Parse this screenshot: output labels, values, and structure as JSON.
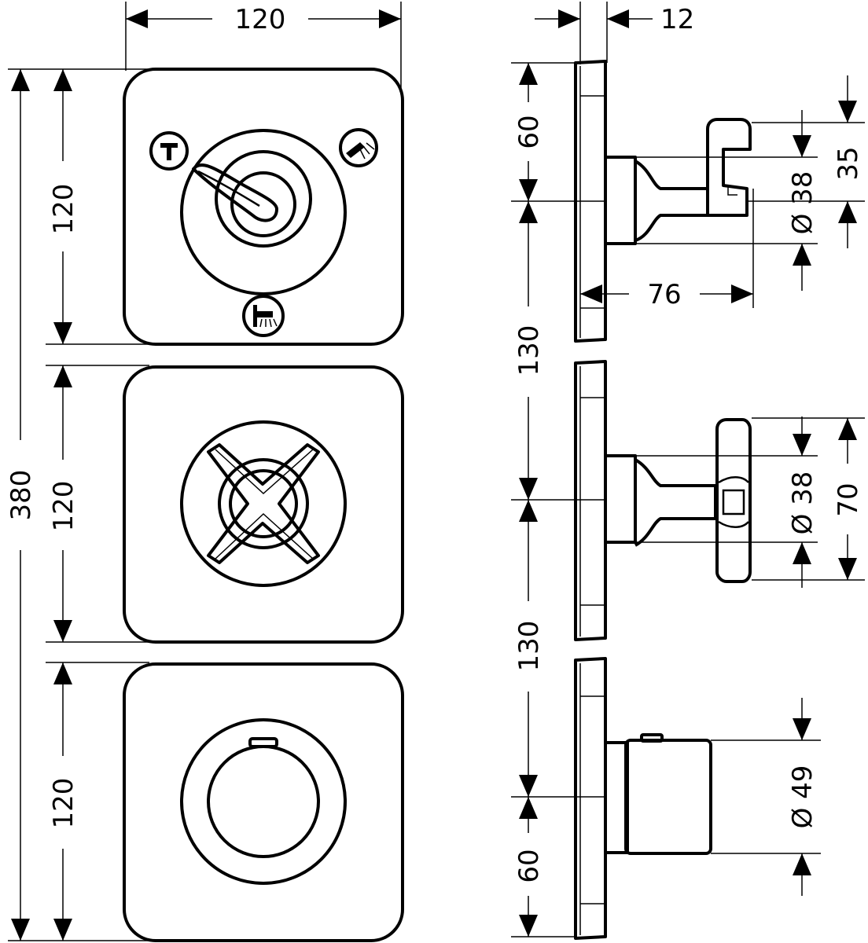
{
  "dimensions": {
    "top_width": "120",
    "side_depth": "12",
    "total_height": "380",
    "module_height_top": "120",
    "module_height_mid": "120",
    "module_height_bot": "120",
    "side_top_offset": "60",
    "side_spacing_1": "130",
    "side_spacing_2": "130",
    "side_bottom_offset": "60",
    "handle_projection": "76",
    "lever_dia": "Ø 38",
    "lever_height": "35",
    "cross_dia": "Ø 38",
    "cross_height": "70",
    "knob_dia": "Ø 49"
  },
  "icons": [
    "bathtub-spout-icon",
    "hand-shower-icon",
    "overhead-shower-icon"
  ],
  "colors": {
    "line": "#000000",
    "background": "#ffffff"
  }
}
